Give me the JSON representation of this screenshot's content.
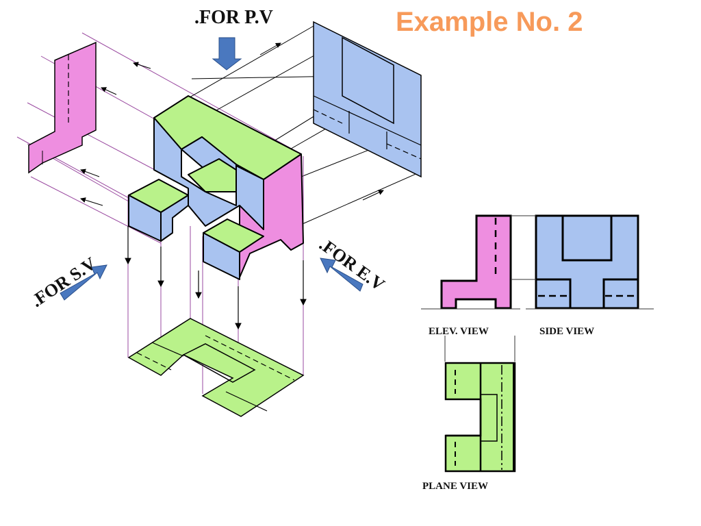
{
  "title": "Example No. 2",
  "directions": {
    "pv": ".FOR P.V",
    "sv": ".FOR S.V",
    "ev": ".FOR E.V"
  },
  "views": {
    "elevation": "ELEV. VIEW",
    "side": "SIDE VIEW",
    "plan": "PLANE VIEW"
  },
  "colors": {
    "top_face": "#b9f28a",
    "front_face": "#a9c3f0",
    "side_face": "#ee8ee0",
    "arrow": "#4a78bf",
    "projector": "#9a4aa0",
    "title": "#f79a5a"
  }
}
